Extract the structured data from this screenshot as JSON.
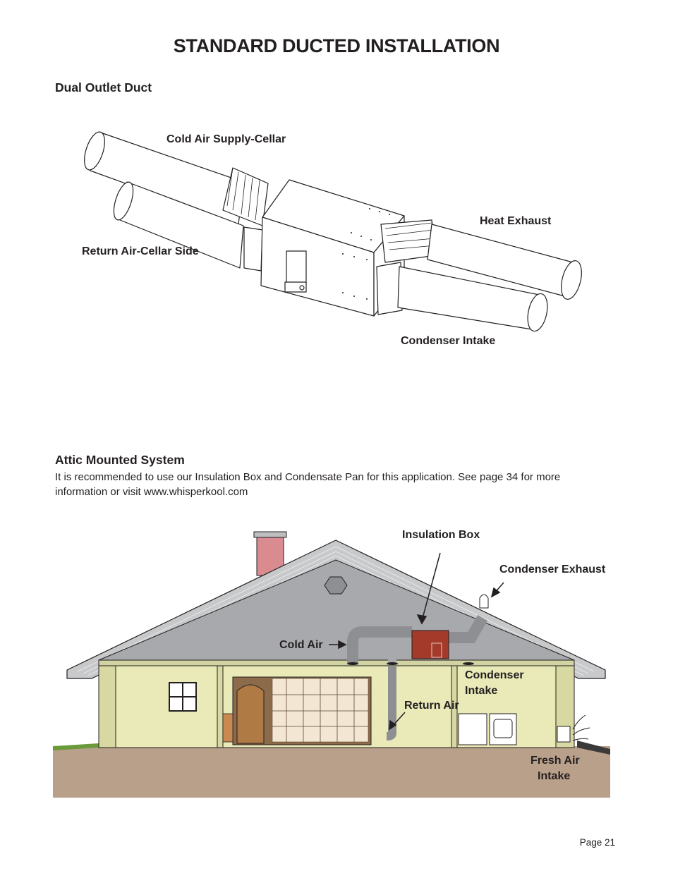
{
  "page": {
    "title": "STANDARD DUCTED INSTALLATION",
    "page_number": "Page 21"
  },
  "section1": {
    "heading": "Dual Outlet Duct",
    "labels": {
      "cold_air_supply": "Cold Air Supply-Cellar",
      "return_air": "Return Air-Cellar Side",
      "heat_exhaust": "Heat Exhaust",
      "condenser_intake": "Condenser Intake"
    }
  },
  "section2": {
    "heading": "Attic Mounted System",
    "text": "It is recommended to use our Insulation Box and Condensate Pan for this application. See page 34 for more information or visit www.whisperkool.com",
    "labels": {
      "insulation_box": "Insulation Box",
      "condenser_exhaust": "Condenser Exhaust",
      "cold_air": "Cold Air",
      "condenser_intake_l1": "Condenser",
      "condenser_intake_l2": "Intake",
      "return_air": "Return Air",
      "fresh_air_l1": "Fresh Air",
      "fresh_air_l2": "Intake"
    }
  },
  "colors": {
    "ground": "#b9a08a",
    "roof": "#c8c9cb",
    "gable": "#a7a9ac",
    "wall": "#e9eab8",
    "chimney": "#d98b8f",
    "insulation_box": "#a33a2a",
    "door": "#b07a45"
  }
}
